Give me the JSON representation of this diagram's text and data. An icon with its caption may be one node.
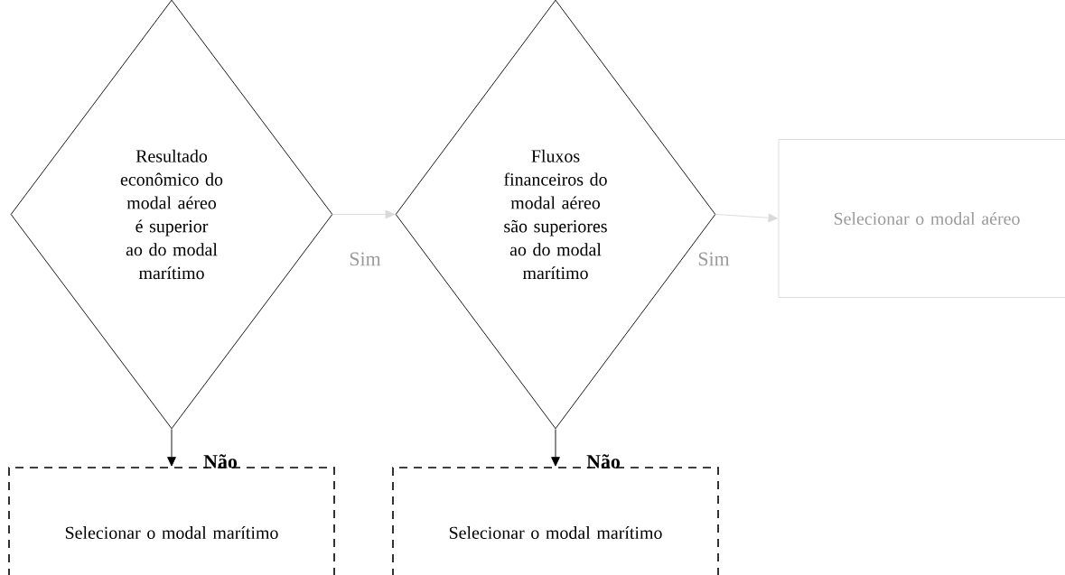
{
  "diagram": {
    "nodes": [
      {
        "text": [
          "Resultado econômico do modal aéreo é superior ao do modal marítimo"
        ]
      },
      {
        "text": [
          "Fluxos financeiros do modal aéreo são superiores ao do modal marítimo"
        ]
      },
      {
        "text": [
          "Selecionar o modal aéreo"
        ]
      },
      {
        "text": [
          "Selecionar o modal marítimo"
        ]
      },
      {
        "text": [
          "Selecionar o modal marítimo"
        ]
      }
    ],
    "edges": [
      {
        "from": 0,
        "to": 1,
        "arrow": "to",
        "label": "Sim",
        "color": "#d9d9d9"
      },
      {
        "from": 1,
        "to": 2,
        "arrow": "to",
        "label": "Sim",
        "color": "#d9d9d9"
      },
      {
        "from": 0,
        "to": 3,
        "arrow": "to",
        "label": "Não",
        "color": "#000000"
      },
      {
        "from": 1,
        "to": 4,
        "arrow": "to",
        "label": "Não",
        "color": "#000000"
      }
    ]
  }
}
